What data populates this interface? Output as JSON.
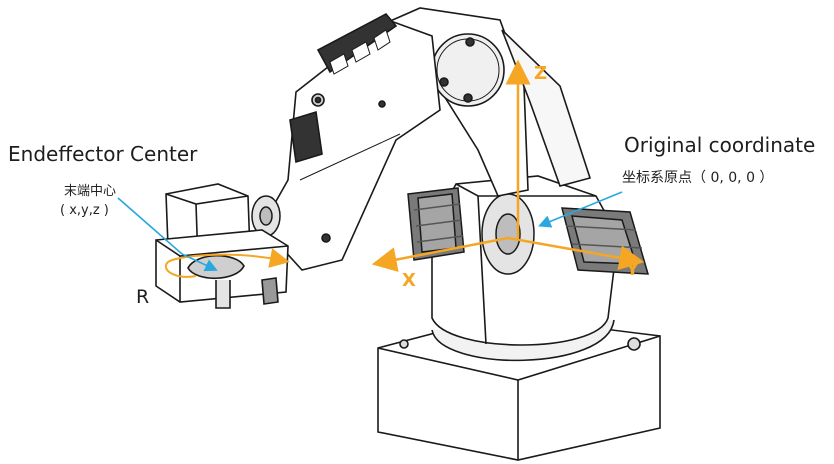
{
  "labels": {
    "endeffector_title": "Endeffector Center",
    "endeffector_cn": "末端中心",
    "endeffector_coords": "( x,y,z )",
    "rotation": "R",
    "origin_title": "Original coordinate",
    "origin_cn": "坐标系原点（ 0, 0, 0 ）"
  },
  "axes": {
    "x": "X",
    "y": "Y",
    "z": "Z"
  },
  "colors": {
    "axis": "#f5a623",
    "pointer": "#29a8e0",
    "line": "#1a1a1a"
  }
}
